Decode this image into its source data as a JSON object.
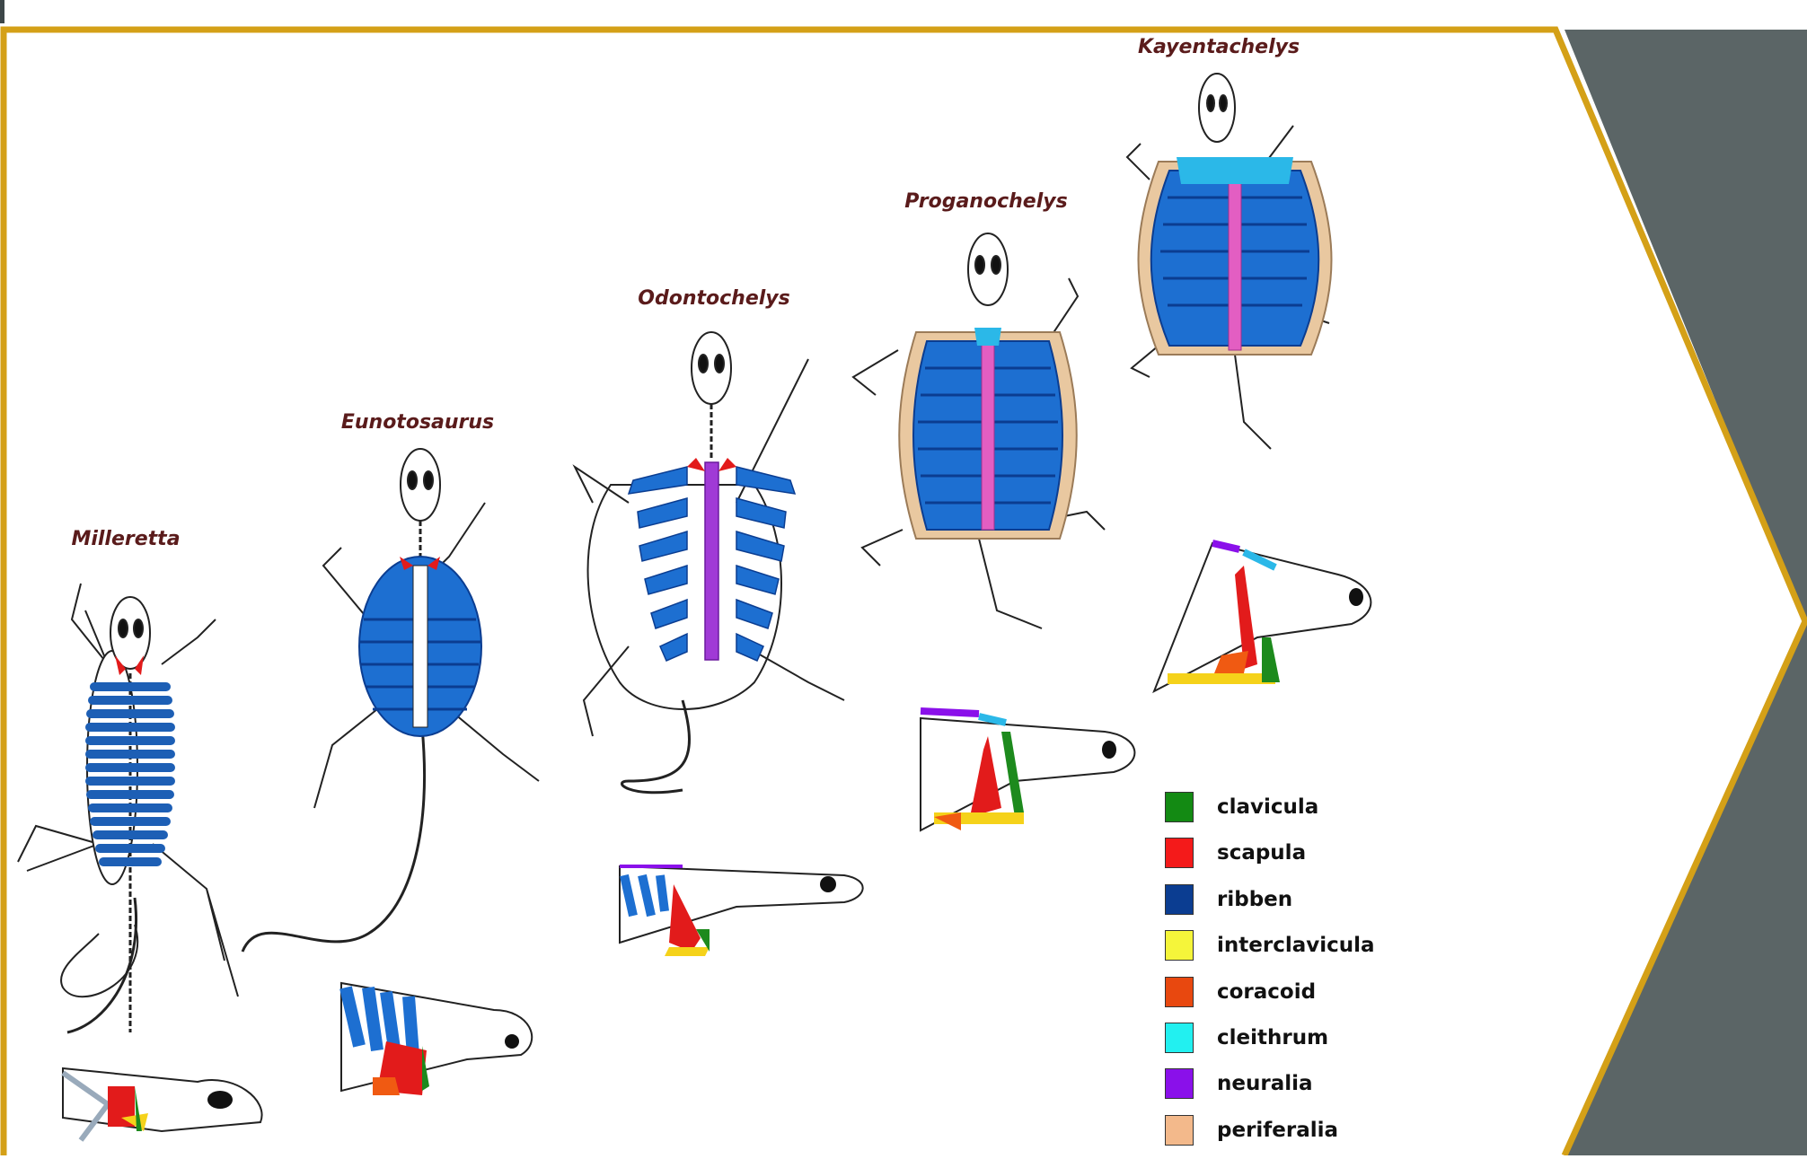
{
  "frame": {
    "gold": "#d4a017",
    "slate": "#5b6566"
  },
  "species": [
    {
      "name": "Milleretta"
    },
    {
      "name": "Eunotosaurus"
    },
    {
      "name": "Odontochelys"
    },
    {
      "name": "Proganochelys"
    },
    {
      "name": "Kayentachelys"
    }
  ],
  "legend": {
    "items": [
      {
        "label": "clavicula",
        "color": "#138a13"
      },
      {
        "label": "scapula",
        "color": "#f41a1a"
      },
      {
        "label": "ribben",
        "color": "#0b3d91"
      },
      {
        "label": "interclavicula",
        "color": "#f5f53a"
      },
      {
        "label": "coracoid",
        "color": "#e8480f"
      },
      {
        "label": "cleithrum",
        "color": "#22f0f0"
      },
      {
        "label": "neuralia",
        "color": "#8a10ea"
      },
      {
        "label": "periferalia",
        "color": "#f3b98b"
      }
    ]
  }
}
